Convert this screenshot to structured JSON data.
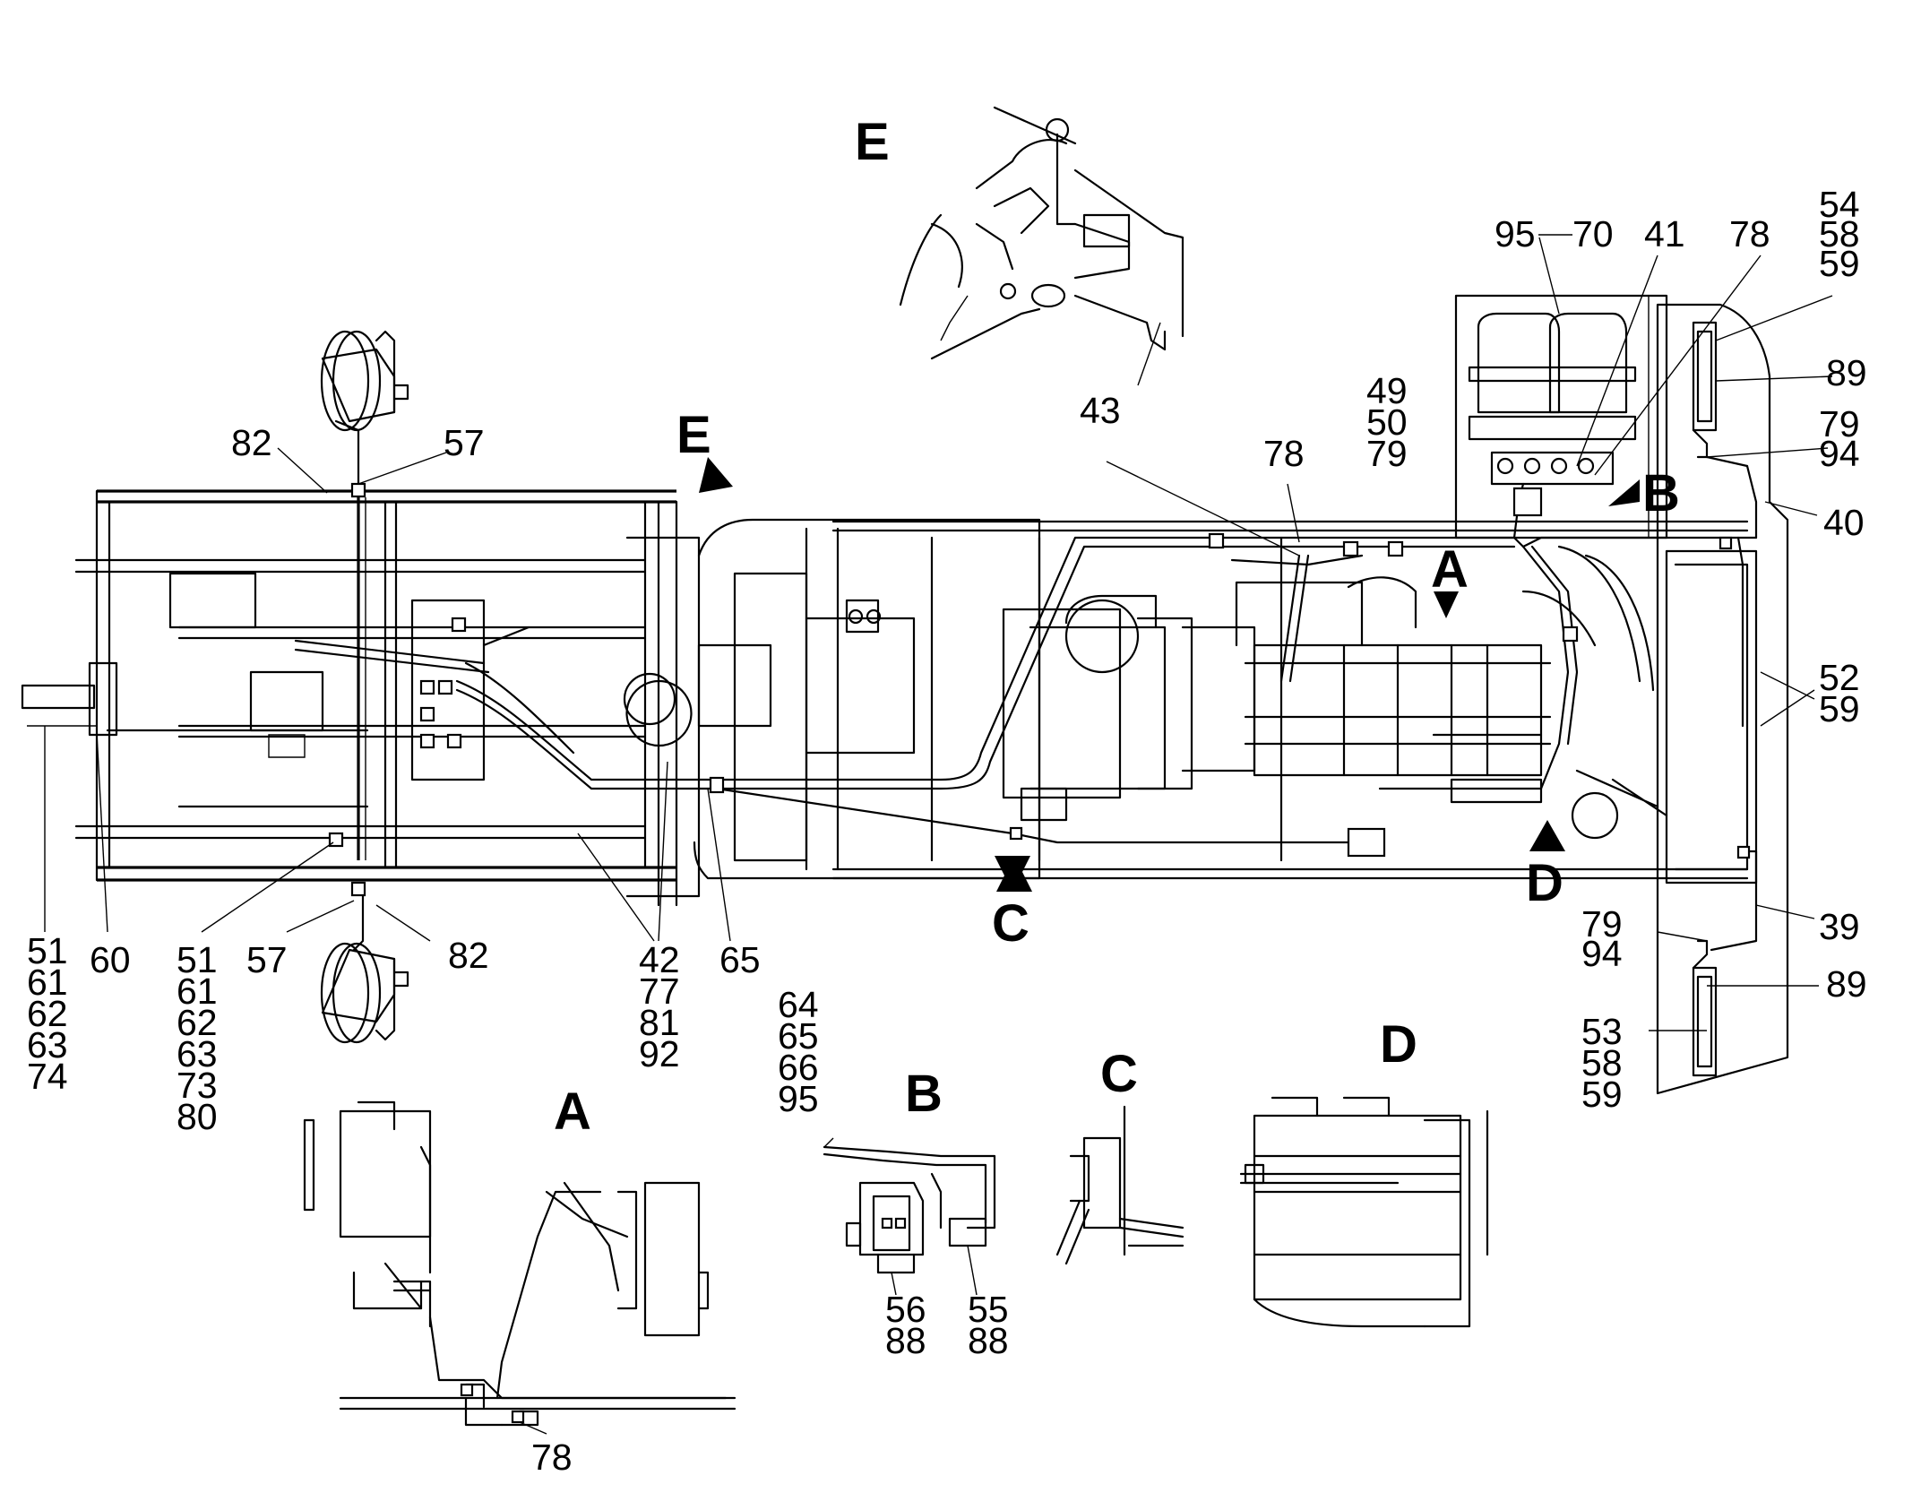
{
  "views": {
    "E": "E",
    "A": "A",
    "B": "B",
    "C": "C",
    "D": "D"
  },
  "pointers": {
    "E": "E",
    "A": "A",
    "B": "B",
    "C": "C",
    "D": "D"
  },
  "callouts": {
    "c95_70_a": "95",
    "c95_70_b": "70",
    "c41": "41",
    "c78_top": "78",
    "c54_58_59": [
      "54",
      "58",
      "59"
    ],
    "c89_top": "89",
    "c79_94_top": [
      "79",
      "94"
    ],
    "c40": "40",
    "c52_59": [
      "52",
      "59"
    ],
    "c39": "39",
    "c79_94_bot": [
      "79",
      "94"
    ],
    "c89_bot": "89",
    "c53_58_59": [
      "53",
      "58",
      "59"
    ],
    "c49_50_79": [
      "49",
      "50",
      "79"
    ],
    "c78_mid": "78",
    "c43": "43",
    "c82_top": "82",
    "c57_top": "57",
    "c51_left": [
      "51",
      "61",
      "62",
      "63",
      "74"
    ],
    "c60": "60",
    "c51_mid": [
      "51",
      "61",
      "62",
      "63",
      "73",
      "80"
    ],
    "c57_bot": "57",
    "c82_bot": "82",
    "c42": [
      "42",
      "77",
      "81",
      "92"
    ],
    "c65": "65",
    "c64": [
      "64",
      "65",
      "66",
      "95"
    ],
    "c56_88": [
      "56",
      "88"
    ],
    "c55_88": [
      "55",
      "88"
    ],
    "c78_bot": "78"
  }
}
